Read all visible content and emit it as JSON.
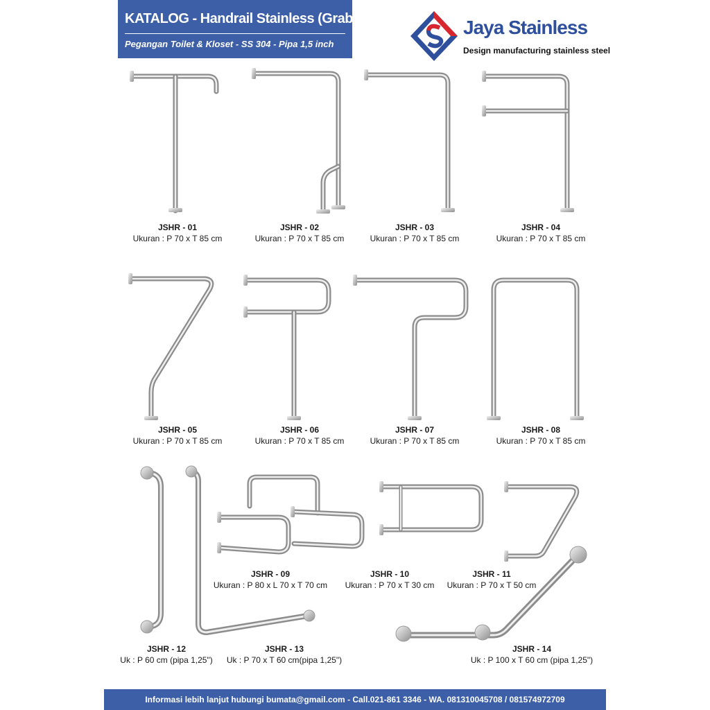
{
  "header": {
    "title": "KATALOG - Handrail Stainless (Grab rail)",
    "subtitle": "Pegangan Toilet & Kloset - SS 304 -  Pipa 1,5 inch"
  },
  "brand": {
    "name": "Jaya Stainless",
    "tagline": "Design manufacturing stainless steel",
    "colors": {
      "blue": "#2e4f9c",
      "red": "#d7262d"
    }
  },
  "products": [
    {
      "code": "JSHR - 01",
      "size": "Ukuran : P 70 x T 85 cm"
    },
    {
      "code": "JSHR - 02",
      "size": "Ukuran : P 70 x T 85 cm"
    },
    {
      "code": "JSHR - 03",
      "size": "Ukuran : P 70 x T 85 cm"
    },
    {
      "code": "JSHR - 04",
      "size": "Ukuran : P 70 x T 85 cm"
    },
    {
      "code": "JSHR - 05",
      "size": "Ukuran : P 70 x T 85 cm"
    },
    {
      "code": "JSHR - 06",
      "size": "Ukuran : P 70 x T 85 cm"
    },
    {
      "code": "JSHR - 07",
      "size": "Ukuran : P 70 x T 85 cm"
    },
    {
      "code": "JSHR - 08",
      "size": "Ukuran : P 70 x T 85 cm"
    },
    {
      "code": "JSHR - 09",
      "size": "Ukuran : P 80 x L 70 x T 70 cm"
    },
    {
      "code": "JSHR - 10",
      "size": "Ukuran : P 70 x T 30 cm"
    },
    {
      "code": "JSHR - 11",
      "size": "Ukuran : P 70 x T 50 cm"
    },
    {
      "code": "JSHR - 12",
      "size": "Uk : P 60 cm (pipa 1,25\")"
    },
    {
      "code": "JSHR - 13",
      "size": "Uk : P 70 x T 60 cm(pipa 1,25\")"
    },
    {
      "code": "JSHR - 14",
      "size": "Uk : P 100 x T 60 cm (pipa 1,25\")"
    }
  ],
  "footer": {
    "text": "Informasi lebih lanjut hubungi bumata@gmail.com - Call.021-861 3346 - WA. 081310045708 / 081574972709"
  }
}
